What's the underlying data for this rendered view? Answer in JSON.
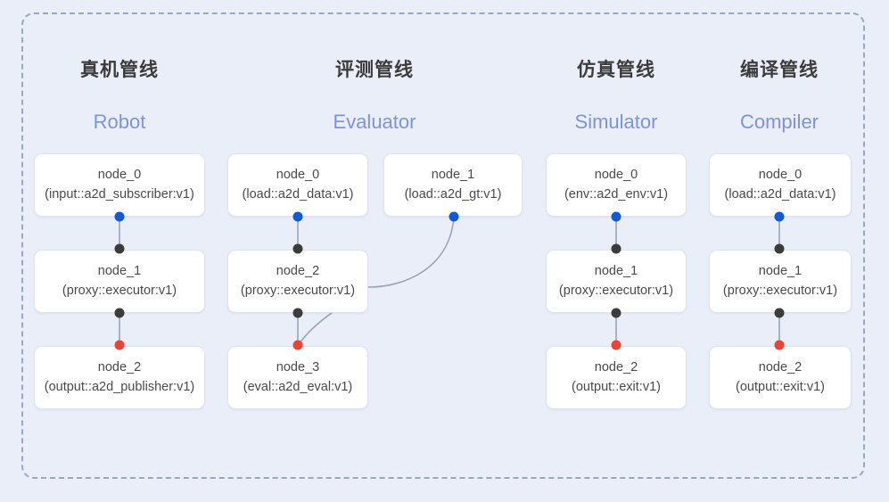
{
  "diagram": {
    "frame_style": "dashed",
    "background_color": "#eaeef9",
    "accent_color": "#7e93d8",
    "port_colors": {
      "output": "#1259d3",
      "relay": "#3c3c3c",
      "input": "#ea4335"
    }
  },
  "columns": [
    {
      "id": "robot",
      "title_cn": "真机管线",
      "title_en": "Robot",
      "nodes": [
        {
          "name": "node_0",
          "spec": "(input::a2d_subscriber:v1)"
        },
        {
          "name": "node_1",
          "spec": "(proxy::executor:v1)"
        },
        {
          "name": "node_2",
          "spec": "(output::a2d_publisher:v1)"
        }
      ]
    },
    {
      "id": "evaluator",
      "title_cn": "评测管线",
      "title_en": "Evaluator",
      "nodes": [
        {
          "name": "node_0",
          "spec": "(load::a2d_data:v1)"
        },
        {
          "name": "node_1",
          "spec": "(load::a2d_gt:v1)"
        },
        {
          "name": "node_2",
          "spec": "(proxy::executor:v1)"
        },
        {
          "name": "node_3",
          "spec": "(eval::a2d_eval:v1)"
        }
      ]
    },
    {
      "id": "simulator",
      "title_cn": "仿真管线",
      "title_en": "Simulator",
      "nodes": [
        {
          "name": "node_0",
          "spec": "(env::a2d_env:v1)"
        },
        {
          "name": "node_1",
          "spec": "(proxy::executor:v1)"
        },
        {
          "name": "node_2",
          "spec": "(output::exit:v1)"
        }
      ]
    },
    {
      "id": "compiler",
      "title_cn": "编译管线",
      "title_en": "Compiler",
      "nodes": [
        {
          "name": "node_0",
          "spec": "(load::a2d_data:v1)"
        },
        {
          "name": "node_1",
          "spec": "(proxy::executor:v1)"
        },
        {
          "name": "node_2",
          "spec": "(output::exit:v1)"
        }
      ]
    }
  ]
}
